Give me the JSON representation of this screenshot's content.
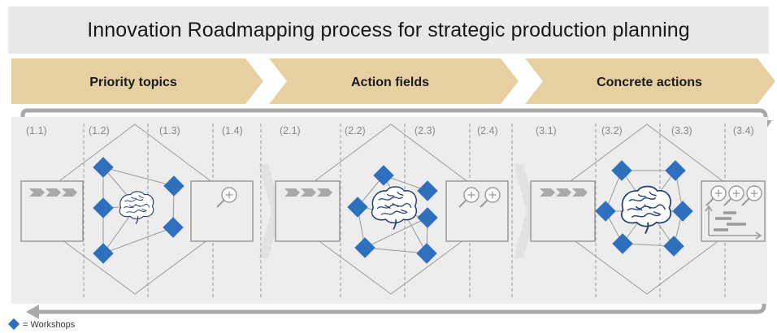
{
  "title": "Innovation Roadmapping process for strategic production planning",
  "phases": [
    {
      "label": "Priority topics"
    },
    {
      "label": "Action fields"
    },
    {
      "label": "Concrete actions"
    }
  ],
  "steps": [
    "(1.1)",
    "(1.2)",
    "(1.3)",
    "(1.4)",
    "(2.1)",
    "(2.2)",
    "(2.3)",
    "(2.4)",
    "(3.1)",
    "(3.2)",
    "(3.3)",
    "(3.4)"
  ],
  "legend": {
    "text": "= Workshops"
  },
  "colors": {
    "banner": "#e8e8e8",
    "phase_arrow": "#e6d0a2",
    "panel": "#ededed",
    "workshop_diamond": "#2e6fbe",
    "line": "#9a9a9a"
  },
  "icons": [
    "arrow-chevrons-icon",
    "brain-icon",
    "magnifier-icon",
    "gantt-chart-icon",
    "workshop-diamond-icon"
  ]
}
